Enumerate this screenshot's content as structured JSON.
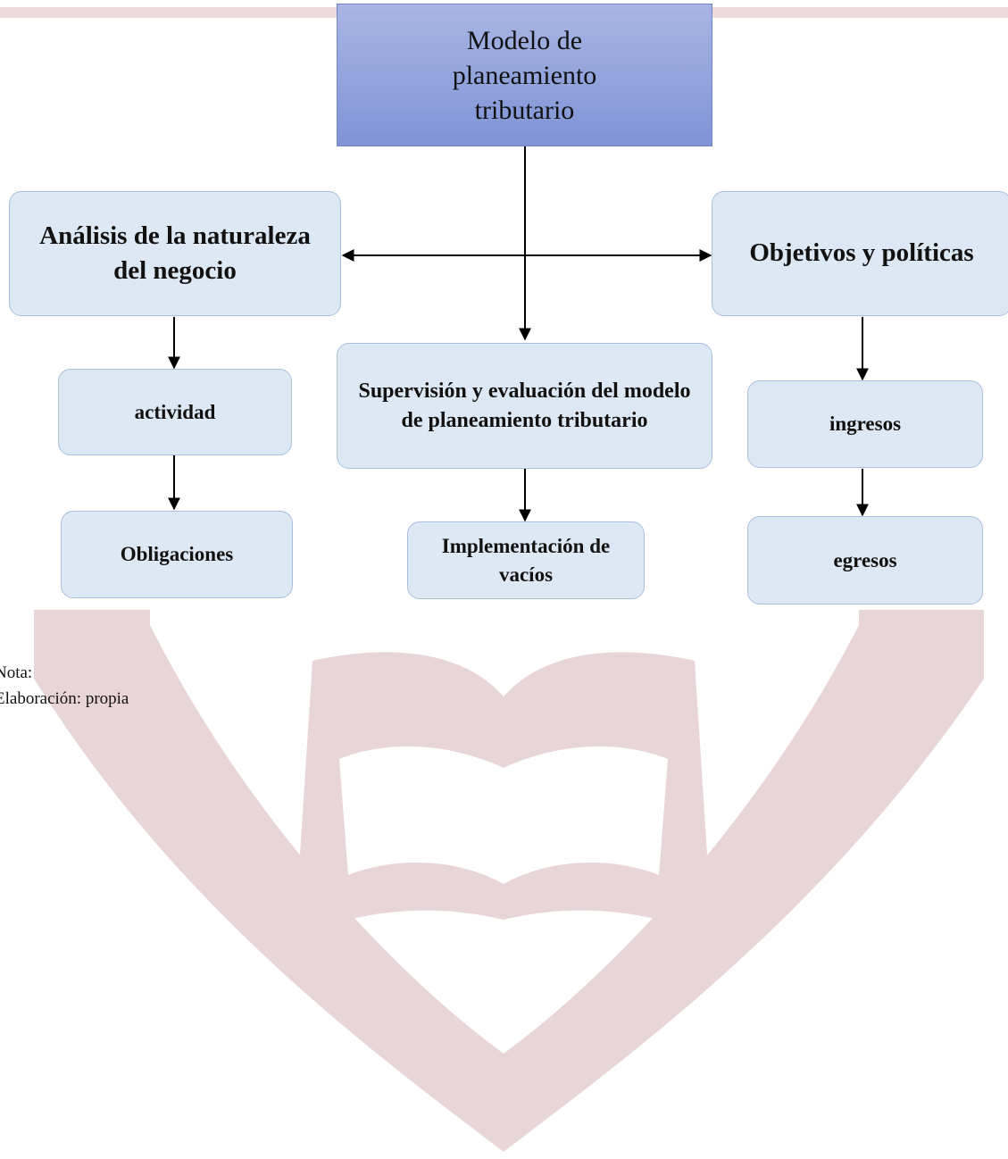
{
  "colors": {
    "root_fill": "#8c9edb",
    "node_fill": "#dde8f5",
    "node_border": "#a9bfdc",
    "watermark": "#e8d5d8",
    "connector": "#000000"
  },
  "diagram": {
    "root": "Modelo de planeamiento tributario",
    "left_branch": "Análisis de la naturaleza del negocio",
    "right_branch": "Objetivos y políticas",
    "center": "Supervisión y evaluación del modelo de planeamiento tributario",
    "left_children": [
      "actividad",
      "Obligaciones"
    ],
    "center_children": [
      "Implementación de vacíos"
    ],
    "right_children": [
      "ingresos",
      "egresos"
    ]
  },
  "note": {
    "line1": "Nota:",
    "line2": "Elaboración: propia"
  }
}
